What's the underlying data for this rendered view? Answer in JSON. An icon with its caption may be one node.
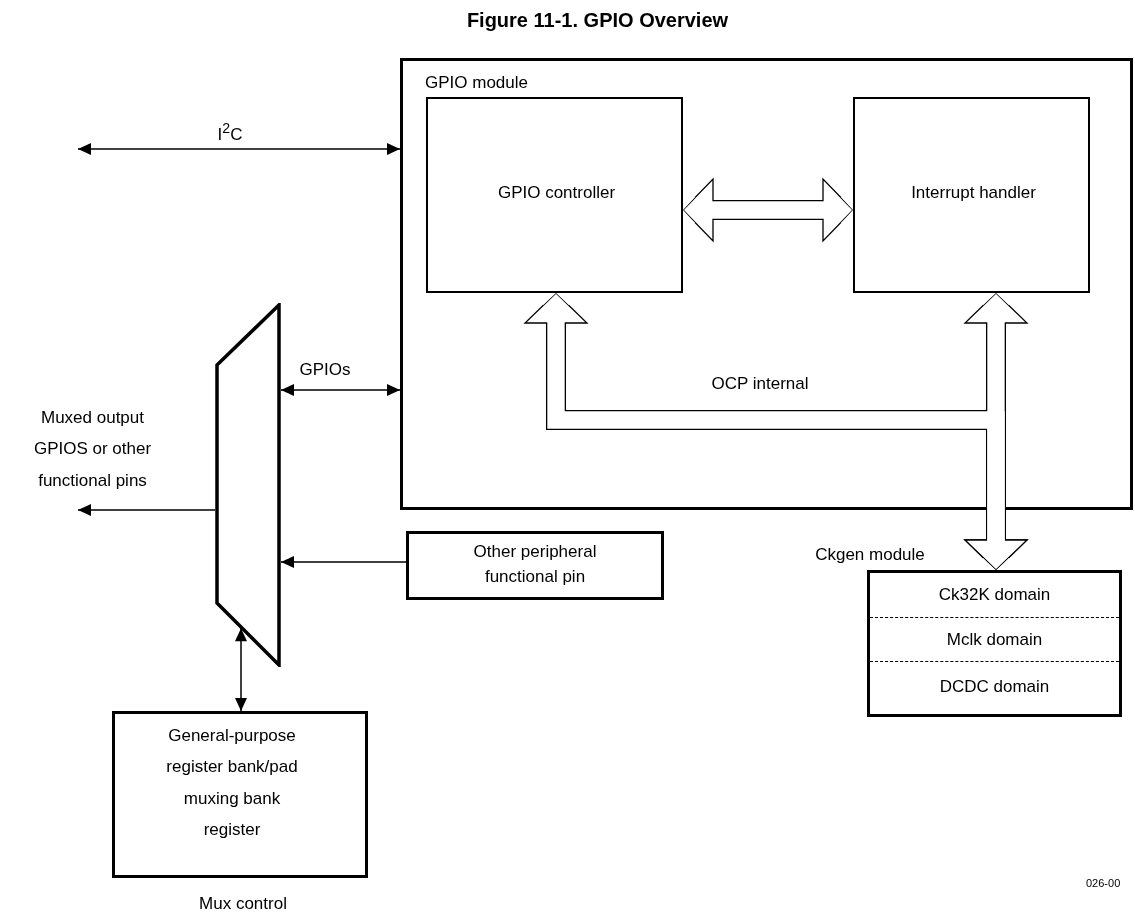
{
  "diagram": {
    "title": "Figure 11-1. GPIO Overview",
    "nodes": [
      {
        "text": [
          "GPIO module"
        ]
      },
      {
        "text": [
          "GPIO controller"
        ],
        "in": 0
      },
      {
        "text": [
          "Interrupt handler"
        ],
        "in": 0
      },
      {
        "text": [],
        "shape": "trapezoid"
      },
      {
        "text": [
          "Other peripheral functional pin"
        ]
      },
      {
        "text": [
          "Ckgen module",
          "Ck32K domain",
          "Mclk domain",
          "DCDC domain"
        ]
      },
      {
        "text": [
          "General-purpose register bank/pad muxing bank register"
        ],
        "beside": [
          "Mux control"
        ]
      }
    ],
    "edges": [
      {
        "from": null,
        "to": 0,
        "arrow": "both",
        "label": "I$^{2}$C"
      },
      {
        "from": 3,
        "to": 0,
        "arrow": "both",
        "label": "GPIOs"
      },
      {
        "from": 3,
        "to": null,
        "arrow": "to"
      },
      {
        "from": 4,
        "to": 3,
        "arrow": "to"
      },
      {
        "from": 6,
        "to": 3,
        "arrow": "both"
      },
      {
        "from": 1,
        "to": 2,
        "arrow": "both",
        "style": "thick"
      },
      {
        "from": 1,
        "to": 5,
        "arrow": "both",
        "style": "thick",
        "label": "OCP internal"
      },
      {
        "from": 2,
        "to": 5,
        "arrow": "both",
        "style": "thick"
      }
    ],
    "labels": [
      "Muxed output GPIOS or other functional pins",
      "026-00"
    ]
  }
}
